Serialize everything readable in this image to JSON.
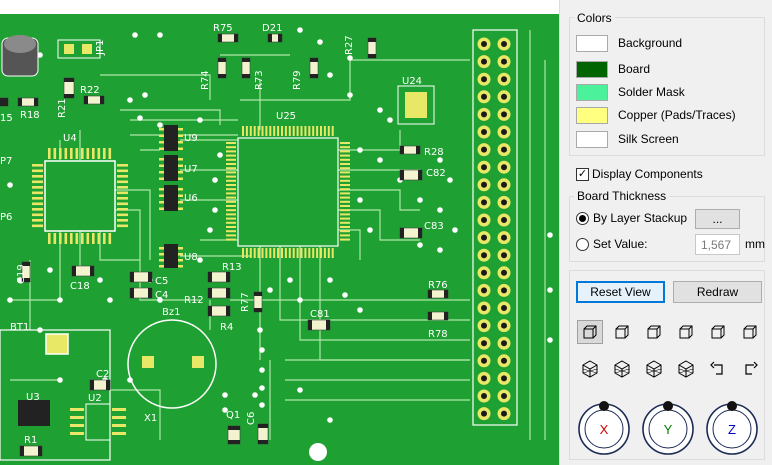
{
  "colors_group": {
    "title": "Colors",
    "items": [
      {
        "label": "Background",
        "color": "#ffffff"
      },
      {
        "label": "Board",
        "color": "#006400"
      },
      {
        "label": "Solder Mask",
        "color": "#4cf29b"
      },
      {
        "label": "Copper (Pads/Traces)",
        "color": "#ffff80"
      },
      {
        "label": "Silk Screen",
        "color": "#ffffff"
      }
    ]
  },
  "display_components": {
    "label": "Display Components",
    "checked": true
  },
  "board_thickness": {
    "title": "Board Thickness",
    "by_layer_stackup_label": "By Layer Stackup",
    "browse_label": "...",
    "set_value_label": "Set Value:",
    "value": "1,567",
    "unit": "mm"
  },
  "buttons": {
    "reset_view": "Reset View",
    "redraw": "Redraw"
  },
  "rotation_axes": [
    "X",
    "Y",
    "Z"
  ],
  "pcb": {
    "accent_colors": {
      "mask": "#1fa032",
      "copper": "#e8e866",
      "silk": "#ffffff"
    },
    "designators": {
      "jp1": "JP1",
      "r75": "R75",
      "d21": "D21",
      "r27": "R27",
      "r74": "R74",
      "r73": "R73",
      "r79": "R79",
      "u24": "U24",
      "r21": "R21",
      "r22": "R22",
      "r15": "15",
      "r18": "R18",
      "u25": "U25",
      "u4": "U4",
      "u9": "U9",
      "u7": "U7",
      "u6": "U6",
      "u8": "U8",
      "p7": "P7",
      "p6": "P6",
      "r28": "R28",
      "c82": "C82",
      "c83": "C83",
      "c19": "C19",
      "c18": "C18",
      "r13": "R13",
      "c5": "C5",
      "c4": "C4",
      "r12": "R12",
      "r77": "R77",
      "r4": "R4",
      "r76": "R76",
      "r78": "R78",
      "c81": "C81",
      "bt1": "BT1",
      "bz1": "Bz1",
      "c2": "C2",
      "u3": "U3",
      "u2": "U2",
      "x1": "X1",
      "q1": "Q1",
      "c6": "C6",
      "r1": "R1"
    }
  }
}
